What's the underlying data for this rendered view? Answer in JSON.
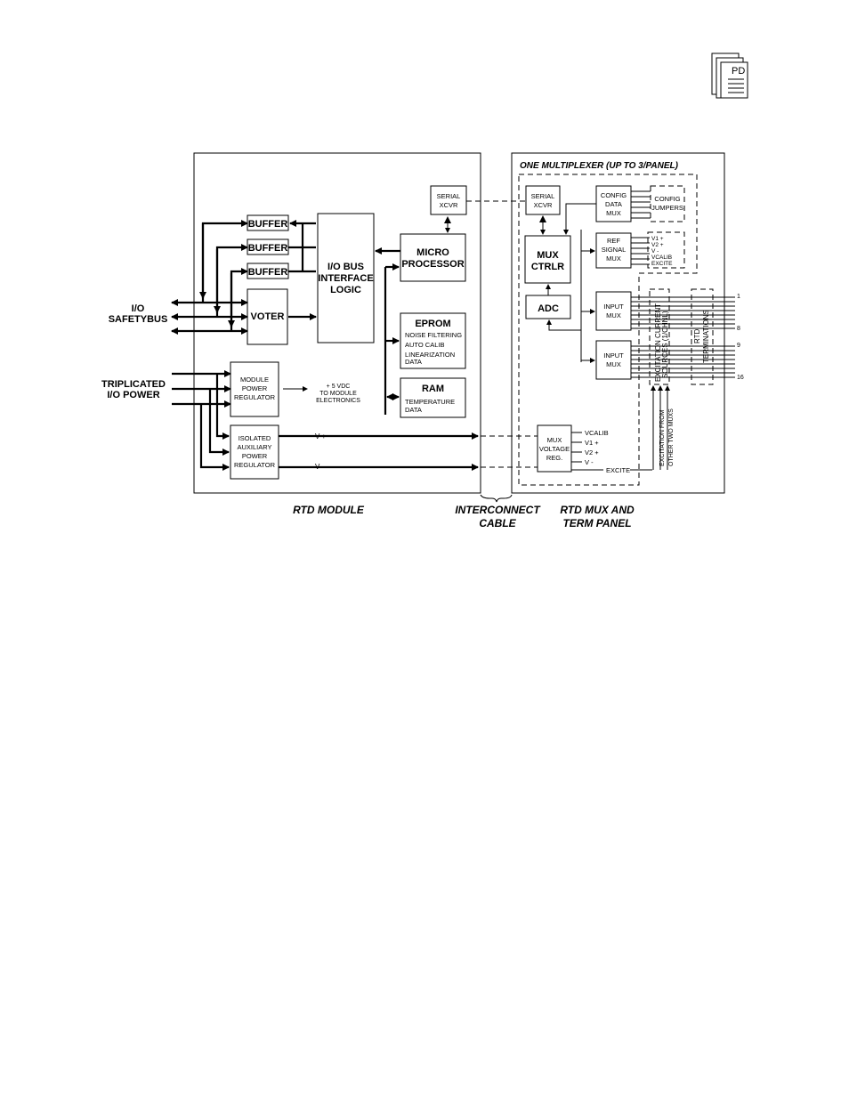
{
  "header": {
    "icon": "pdf-document-icon",
    "icon_label": "PD"
  },
  "rtd_module": {
    "buffer1": "BUFFER",
    "buffer2": "BUFFER",
    "buffer3": "BUFFER",
    "voter": "VOTER",
    "io_bus": [
      "I/O BUS",
      "INTERFACE",
      "LOGIC"
    ],
    "serial_xcvr": [
      "SERIAL",
      "XCVR"
    ],
    "micro": [
      "MICRO",
      "PROCESSOR"
    ],
    "eprom_title": "EPROM",
    "eprom_lines": [
      "NOISE FILTERING",
      "AUTO CALIB",
      "LINEARIZATION",
      "DATA"
    ],
    "ram_title": "RAM",
    "ram_lines": [
      "TEMPERATURE",
      "DATA"
    ],
    "module_reg": [
      "MODULE",
      "POWER",
      "REGULATOR"
    ],
    "aux_reg": [
      "ISOLATED",
      "AUXILIARY",
      "POWER",
      "REGULATOR"
    ],
    "vdc_note": [
      "+ 5 VDC",
      "TO MODULE",
      "ELECTRONICS"
    ],
    "v_plus": "V +",
    "v_minus": "V -"
  },
  "left_labels": {
    "io_safetybus": [
      "I/O",
      "SAFETYBUS"
    ],
    "triplicated": [
      "TRIPLICATED",
      "I/O  POWER"
    ]
  },
  "mux_panel": {
    "title": "ONE  MULTIPLEXER  (UP  TO  3/PANEL)",
    "serial_xcvr": [
      "SERIAL",
      "XCVR"
    ],
    "mux_ctrlr": [
      "MUX",
      "CTRLR"
    ],
    "adc": "ADC",
    "config_mux": [
      "CONFIG",
      "DATA",
      "MUX"
    ],
    "config_jumpers": [
      "CONFIG",
      "JUMPERS"
    ],
    "ref_mux": [
      "REF",
      "SIGNAL",
      "MUX"
    ],
    "ref_signals": [
      "V1  +",
      "V2  +",
      "V  -",
      "VCALIB",
      "EXCITE"
    ],
    "input_mux1": [
      "INPUT",
      "MUX"
    ],
    "input_mux2": [
      "INPUT",
      "MUX"
    ],
    "excitation": [
      "EXCITATION  CURRENT",
      "SOURCES  (1/CHNL)"
    ],
    "rtd_terminations": [
      "RTD",
      "TERMINATIONS"
    ],
    "term_numbers": [
      "1",
      "8",
      "9",
      "16"
    ],
    "mux_reg": [
      "MUX",
      "VOLTAGE",
      "REG."
    ],
    "mux_reg_outputs": [
      "VCALIB",
      "V1  +",
      "V2  +",
      "V  -",
      "EXCITE"
    ],
    "excitation_from": [
      "EXCITATION  FROM",
      "OTHER  TWO  MUXS"
    ]
  },
  "captions": {
    "rtd_module": "RTD  MODULE",
    "interconnect": [
      "INTERCONNECT",
      "CABLE"
    ],
    "rtd_mux": [
      "RTD  MUX  AND",
      "TERM  PANEL"
    ]
  }
}
